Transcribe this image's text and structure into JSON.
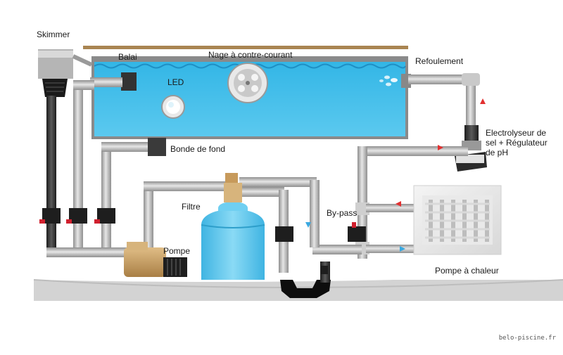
{
  "labels": {
    "skimmer": "Skimmer",
    "balai": "Balai",
    "nage": "Nage à contre-courant",
    "refoulement": "Refoulement",
    "led": "LED",
    "bonde": "Bonde de fond",
    "filtre": "Filtre",
    "pompe": "Pompe",
    "bypass": "By-pass",
    "electrolyseur": "Electrolyseur de sel + Régulateur de pH",
    "pompe_chaleur": "Pompe à chaleur"
  },
  "watermark": "belo-piscine.fr",
  "colors": {
    "water": "#3dbde8",
    "water_light": "#7fd6f3",
    "pipe": "#bdbdbd",
    "pipe_dark": "#8c8c8c",
    "valve_handle": "#d0202e",
    "filter": "#62c9ee",
    "pump": "#c8a06a",
    "ground": "#cfcfcf",
    "flow_in": "#3aa8e0",
    "flow_out": "#e23030"
  }
}
